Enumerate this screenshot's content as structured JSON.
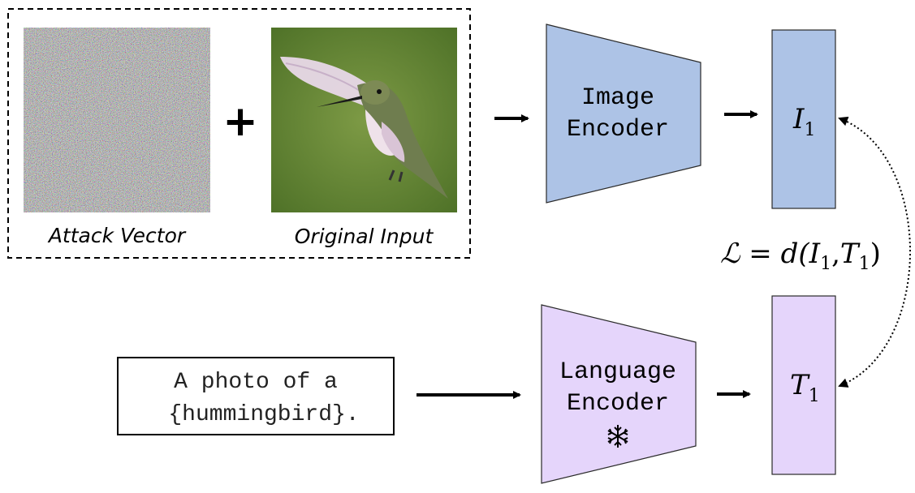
{
  "images": {
    "attack_label": "Attack Vector",
    "original_label": "Original Input"
  },
  "operator": "+",
  "image_encoder": {
    "line1": "Image",
    "line2": "Encoder"
  },
  "language_encoder": {
    "line1": "Language",
    "line2": "Encoder",
    "frozen_icon": "snowflake-icon"
  },
  "prompt": {
    "line1": "A photo of a",
    "line2": "{hummingbird}."
  },
  "embeddings": {
    "image": {
      "symbol": "I",
      "sub": "1"
    },
    "text": {
      "symbol": "T",
      "sub": "1"
    }
  },
  "loss": {
    "lhs": "ℒ",
    "eq": " = ",
    "fn": "d(",
    "a": "I",
    "a_sub": "1",
    "comma": ",",
    "b": "T",
    "b_sub": "1",
    "close": ")"
  },
  "colors": {
    "image_blue": "#adc3e6",
    "text_lilac": "#e5d5fb",
    "stroke": "#2a2a2a"
  }
}
